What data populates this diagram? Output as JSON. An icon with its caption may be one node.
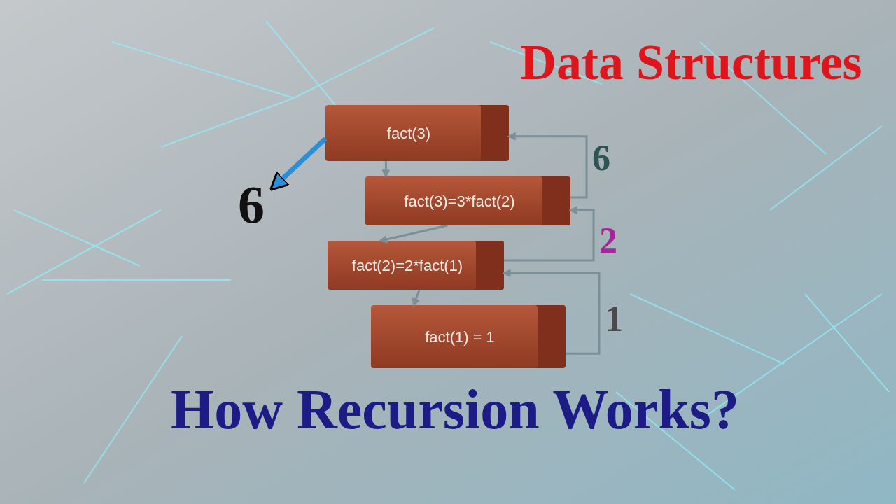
{
  "diagram": {
    "title": "Data Structures",
    "caption": "How Recursion Works?",
    "nodes": [
      {
        "text": [
          "fact(3)"
        ]
      },
      {
        "text": [
          "fact(3)=3*fact(2)"
        ]
      },
      {
        "text": [
          "fact(2)=2*fact(1)"
        ]
      },
      {
        "text": [
          "fact(1) = 1"
        ]
      },
      {
        "text": [
          "6"
        ]
      }
    ],
    "edges": [
      {
        "from": 0,
        "to": 1,
        "arrow": "to"
      },
      {
        "from": 1,
        "to": 2,
        "arrow": "to"
      },
      {
        "from": 2,
        "to": 3,
        "arrow": "to"
      },
      {
        "from": 3,
        "to": 2,
        "arrow": "to",
        "label": "1"
      },
      {
        "from": 2,
        "to": 1,
        "arrow": "to",
        "label": "2"
      },
      {
        "from": 1,
        "to": 0,
        "arrow": "to",
        "label": "6"
      },
      {
        "from": 0,
        "to": 4,
        "arrow": "to",
        "style": "thick",
        "color": "#2b8fd8"
      }
    ]
  }
}
